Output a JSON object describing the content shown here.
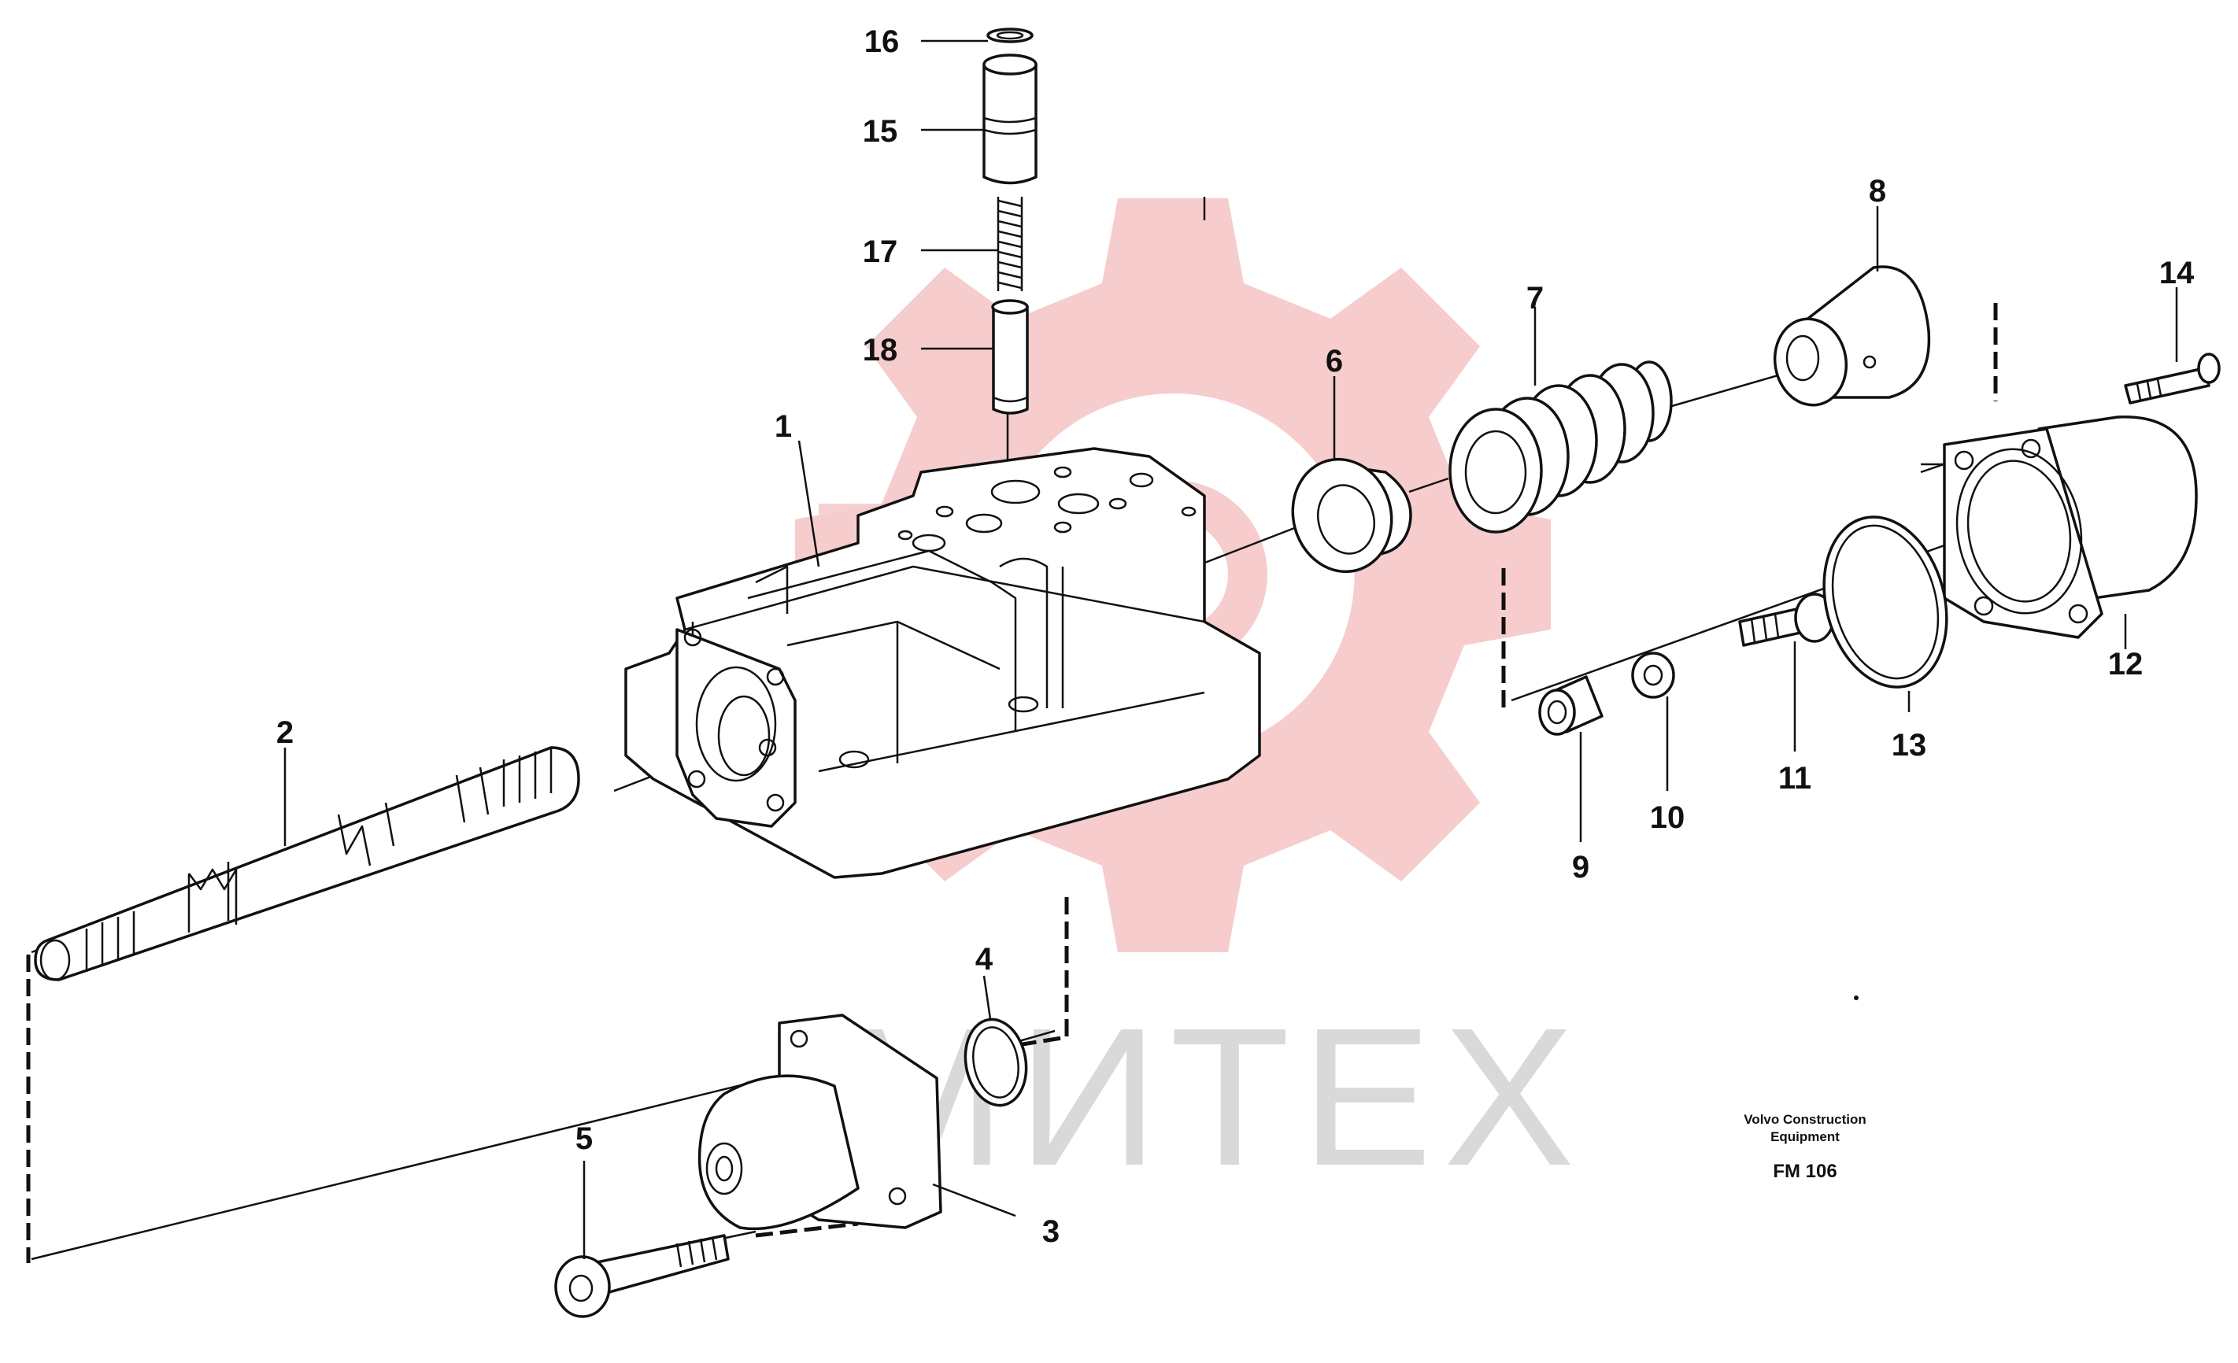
{
  "watermark": {
    "text": "МИТЕХ",
    "gear_color": "#f6cccd",
    "text_color": "#d9d9d9"
  },
  "footer": {
    "line1": "Volvo Construction",
    "line2": "Equipment",
    "code": "FM 106"
  },
  "callouts": [
    "1",
    "2",
    "3",
    "4",
    "5",
    "6",
    "7",
    "8",
    "9",
    "10",
    "11",
    "12",
    "13",
    "14",
    "15",
    "16",
    "17",
    "18"
  ]
}
